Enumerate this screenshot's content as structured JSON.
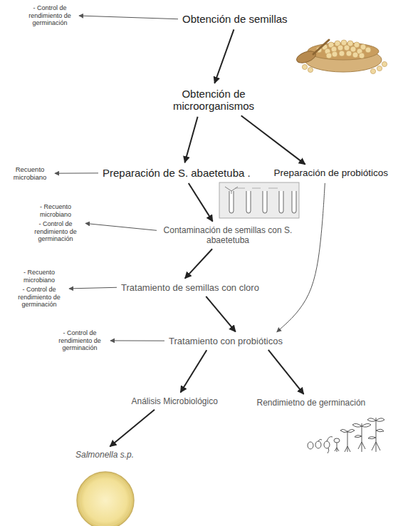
{
  "diagram": {
    "nodes": [
      {
        "text": [
          "- Control de rendimiento de germinación"
        ]
      },
      {
        "text": [
          "Obtención de semillas"
        ]
      },
      {
        "text": [
          "Obtención de microorganismos"
        ]
      },
      {
        "text": [
          "Recuento microbiano"
        ]
      },
      {
        "text": [
          "Preparación de S. abaetetuba ."
        ]
      },
      {
        "text": [
          "Preparación de probióticos"
        ]
      },
      {
        "text": [
          "- Recuento microbiano",
          "- Control de rendimiento de germinación"
        ]
      },
      {
        "text": [
          "Contaminación de semillas con S. abaetetuba"
        ]
      },
      {
        "text": [
          "- Recuento microbiano",
          "- Control de rendimiento de germinación"
        ]
      },
      {
        "text": [
          "Tratamiento de semillas con cloro"
        ]
      },
      {
        "text": [
          "- Control de rendimiento de germinación"
        ]
      },
      {
        "text": [
          "Tratamiento con probióticos"
        ]
      },
      {
        "text": [
          "Análisis Microbiológico"
        ]
      },
      {
        "text": [
          "Rendimietno de germinación"
        ]
      },
      {
        "text": [
          "Salmonella s.p."
        ]
      }
    ],
    "edges": [
      {
        "from": 1,
        "to": 0,
        "arrow": "to"
      },
      {
        "from": 1,
        "to": 2,
        "arrow": "to"
      },
      {
        "from": 2,
        "to": 4,
        "arrow": "to"
      },
      {
        "from": 2,
        "to": 5,
        "arrow": "to"
      },
      {
        "from": 4,
        "to": 3,
        "arrow": "to"
      },
      {
        "from": 4,
        "to": 7,
        "arrow": "to"
      },
      {
        "from": 7,
        "to": 6,
        "arrow": "to"
      },
      {
        "from": 7,
        "to": 9,
        "arrow": "to"
      },
      {
        "from": 9,
        "to": 8,
        "arrow": "to"
      },
      {
        "from": 9,
        "to": 11,
        "arrow": "to"
      },
      {
        "from": 5,
        "to": 11,
        "arrow": "to"
      },
      {
        "from": 11,
        "to": 10,
        "arrow": "to"
      },
      {
        "from": 11,
        "to": 12,
        "arrow": "to"
      },
      {
        "from": 11,
        "to": 13,
        "arrow": "to"
      },
      {
        "from": 12,
        "to": 14,
        "arrow": "to"
      }
    ]
  }
}
